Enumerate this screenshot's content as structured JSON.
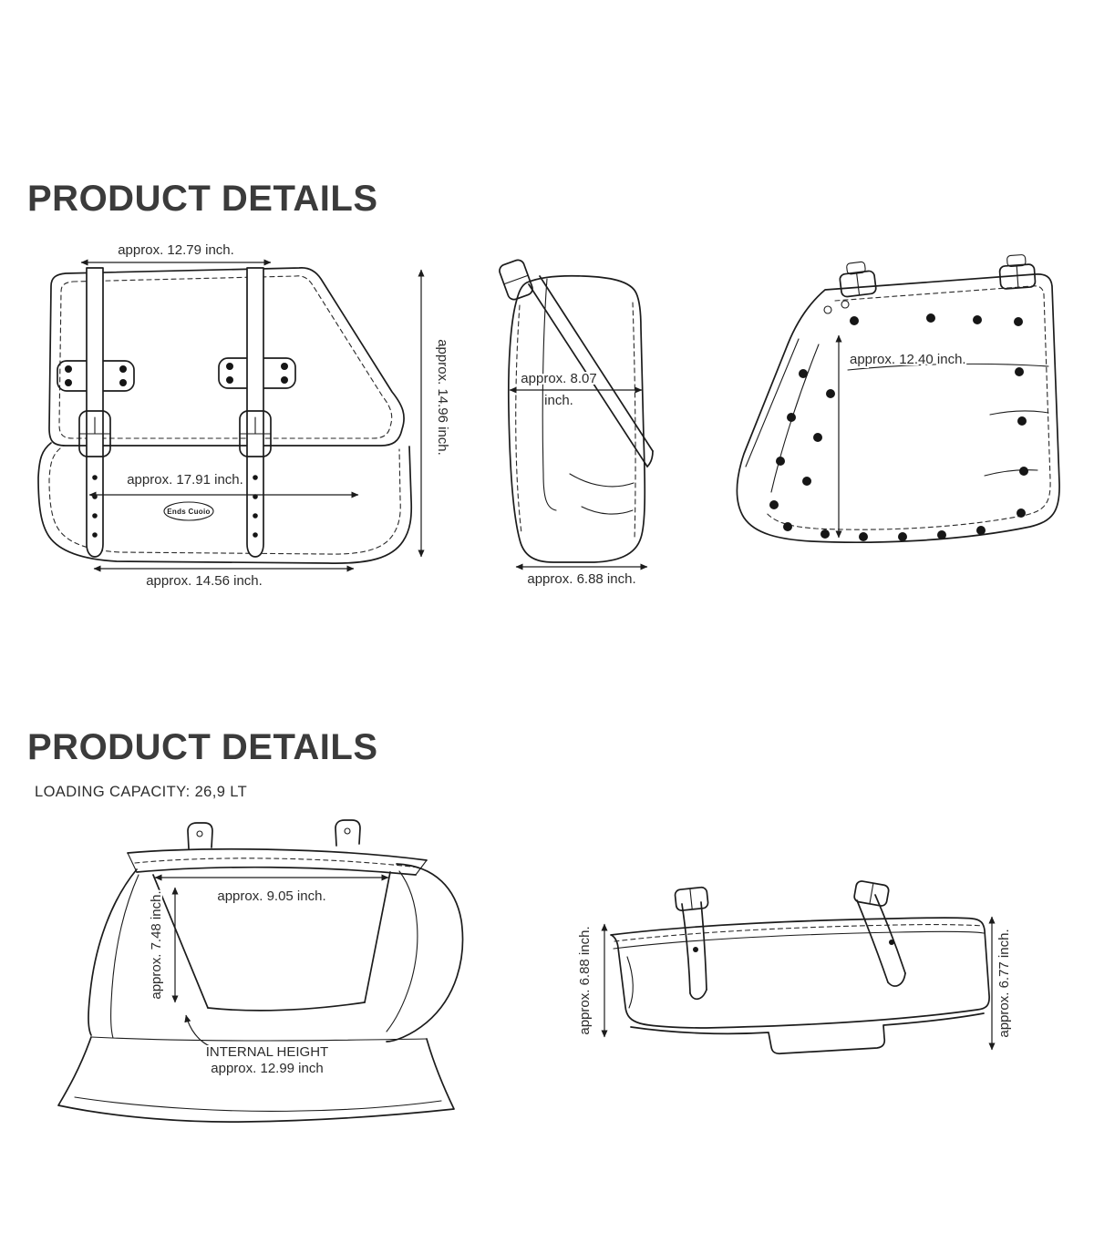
{
  "colors": {
    "background": "#ffffff",
    "line": "#1c1c1c",
    "text": "#2b2b2b",
    "title": "#3b3b3b"
  },
  "sections": {
    "top": {
      "title": "PRODUCT DETAILS",
      "front_view": {
        "top_width": "approx. 12.79 inch.",
        "side_height": "approx. 14.96 inch.",
        "middle_width": "approx. 17.91 inch.",
        "bottom_width": "approx. 14.56 inch.",
        "logo": "Ends Cuoio"
      },
      "side_view": {
        "depth_line1": "approx. 8.07",
        "depth_line2": "inch.",
        "bottom_depth": "approx. 6.88 inch."
      },
      "back_view": {
        "height": "approx. 12.40 inch."
      }
    },
    "bottom": {
      "title": "PRODUCT DETAILS",
      "loading_capacity": "LOADING CAPACITY: 26,9 LT",
      "open_view": {
        "opening_width": "approx. 9.05 inch.",
        "opening_depth": "approx. 7.48 inch.",
        "internal_height_label": "INTERNAL HEIGHT",
        "internal_height_value": "approx. 12.99 inch"
      },
      "closed_view": {
        "left_height": "approx. 6.88 inch.",
        "right_height": "approx. 6.77 inch."
      }
    }
  }
}
